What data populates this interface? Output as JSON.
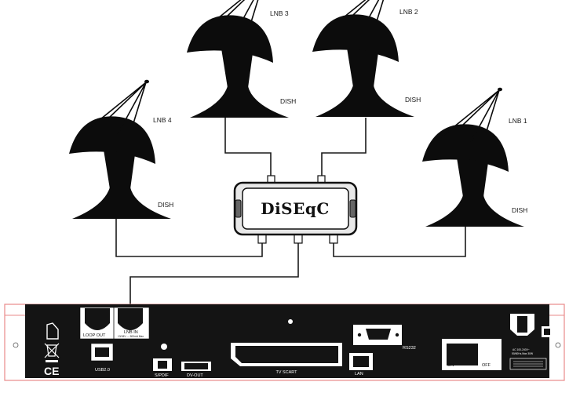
{
  "dishes": [
    {
      "id": "lnb3",
      "lnb_label": "LNB 3",
      "dish_label": "DISH"
    },
    {
      "id": "lnb2",
      "lnb_label": "LNB 2",
      "dish_label": "DISH"
    },
    {
      "id": "lnb4",
      "lnb_label": "LNB 4",
      "dish_label": "DISH"
    },
    {
      "id": "lnb1",
      "lnb_label": "LNB 1",
      "dish_label": "DISH"
    }
  ],
  "switch": {
    "label": "DiSEqC"
  },
  "receiver": {
    "ports": {
      "loop_out": "LOOP OUT",
      "lnb_in": "LNB IN",
      "lnb_in_spec": "13/18V --- 500mA Max",
      "usb": "USB2.0",
      "spdif": "S/PDIF",
      "dv_out": "DV-OUT",
      "tv_scart": "TV SCART",
      "rs232": "RS232",
      "lan": "LAN",
      "on": "ON",
      "off": "OFF"
    },
    "power_rating": [
      "AC 100-240V~",
      "50/60Hz,Max 30W"
    ],
    "marks": {
      "ce": "CE"
    },
    "icons": [
      "home-icon",
      "weee-bin-icon",
      "ce-mark-icon",
      "screw-hole-icon",
      "power-socket-icon"
    ]
  }
}
